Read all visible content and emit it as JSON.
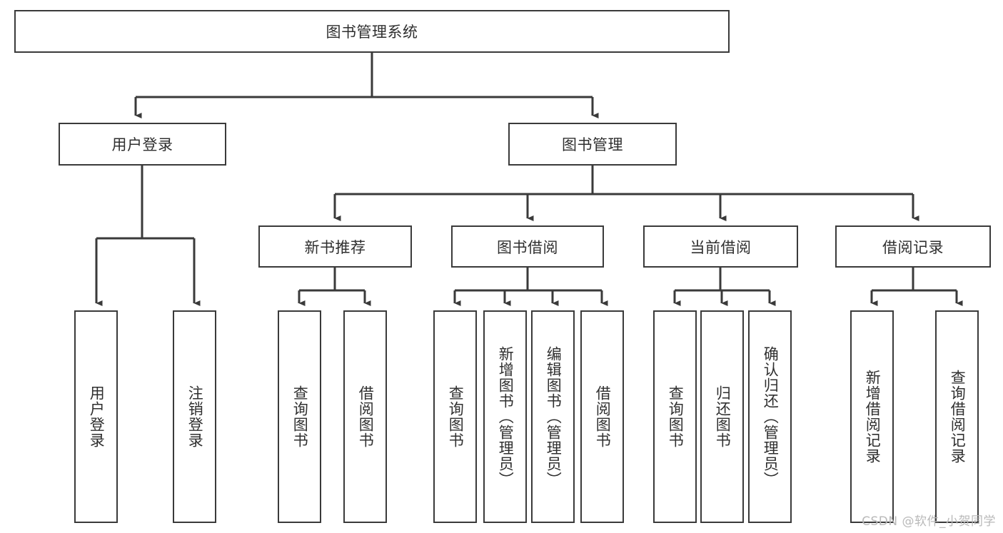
{
  "diagram": {
    "type": "tree-hierarchy",
    "title": "图书管理系统",
    "watermark": "CSDN @软件_小贺同学",
    "colors": {
      "background": "#ffffff",
      "border": "#3a3a3a",
      "text": "#2f2f2f",
      "edge": "#3a3a3a",
      "watermark": "#b9b9b9"
    },
    "nodes": {
      "root": {
        "label": "图书管理系统",
        "level": 0
      },
      "l1": [
        {
          "id": "user-login",
          "label": "用户登录"
        },
        {
          "id": "book-manage",
          "label": "图书管理"
        }
      ],
      "l2": [
        {
          "id": "new-book-rec",
          "label": "新书推荐",
          "parent": "book-manage"
        },
        {
          "id": "book-borrow",
          "label": "图书借阅",
          "parent": "book-manage"
        },
        {
          "id": "current-borrow",
          "label": "当前借阅",
          "parent": "book-manage"
        },
        {
          "id": "borrow-record",
          "label": "借阅记录",
          "parent": "book-manage"
        }
      ],
      "leaves": [
        {
          "id": "leaf-user-login",
          "label": "用户登录",
          "parent": "user-login"
        },
        {
          "id": "leaf-logout",
          "label": "注销登录",
          "parent": "user-login"
        },
        {
          "id": "leaf-query-book-1",
          "label": "查询图书",
          "parent": "new-book-rec"
        },
        {
          "id": "leaf-borrow-book-1",
          "label": "借阅图书",
          "parent": "new-book-rec"
        },
        {
          "id": "leaf-query-book-2",
          "label": "查询图书",
          "parent": "book-borrow"
        },
        {
          "id": "leaf-add-book",
          "label": "新增图书（管理员）",
          "parent": "book-borrow"
        },
        {
          "id": "leaf-edit-book",
          "label": "编辑图书（管理员）",
          "parent": "book-borrow"
        },
        {
          "id": "leaf-borrow-book-2",
          "label": "借阅图书",
          "parent": "book-borrow"
        },
        {
          "id": "leaf-query-book-3",
          "label": "查询图书",
          "parent": "current-borrow"
        },
        {
          "id": "leaf-return-book",
          "label": "归还图书",
          "parent": "current-borrow"
        },
        {
          "id": "leaf-confirm-return",
          "label": "确认归还（管理员）",
          "parent": "current-borrow"
        },
        {
          "id": "leaf-add-record",
          "label": "新增借阅记录",
          "parent": "borrow-record"
        },
        {
          "id": "leaf-query-record",
          "label": "查询借阅记录",
          "parent": "borrow-record"
        }
      ]
    }
  }
}
